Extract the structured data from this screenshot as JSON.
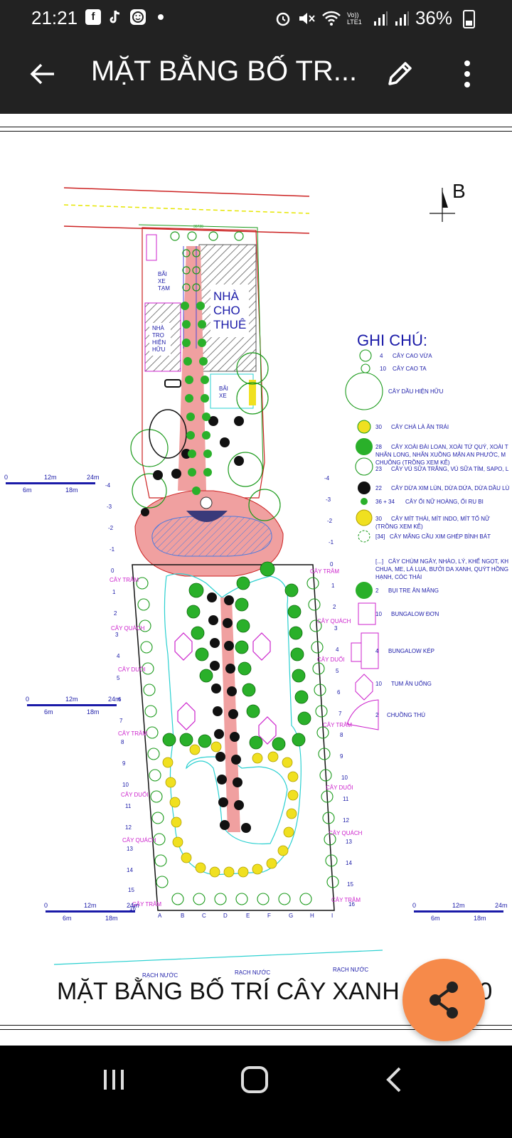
{
  "status": {
    "time": "21:21",
    "left_icons": [
      "facebook-icon",
      "tiktok-icon",
      "smile-app-icon",
      "dot"
    ],
    "right_icons": [
      "alarm-icon",
      "mute-icon",
      "wifi-icon",
      "volte-icon",
      "signal-icon",
      "signal-icon"
    ],
    "volte": "Vo)) LTE1",
    "battery": "36%"
  },
  "appbar": {
    "title": "MẶT BẰNG BỐ TR...",
    "back_icon": "arrow-left-icon",
    "edit_icon": "pencil-icon",
    "more_icon": "more-vert-icon"
  },
  "plan": {
    "compass": "B",
    "legend_title": "GHI CHÚ:",
    "legend": [
      {
        "count": "4",
        "text": "CÂY CAO VỪA"
      },
      {
        "count": "10",
        "text": "CÂY CAO TA"
      },
      {
        "count": "",
        "text": "CÂY DẦU HIỆN HỮU"
      },
      {
        "count": "30",
        "text": "CÂY CHÀ LÀ ĂN TRÁI"
      },
      {
        "count": "28",
        "text": "CÂY XOÀI ĐÀI LOAN, XOÀI TỨ QUÝ, XOÀI T"
      },
      {
        "count": "",
        "text": "NHÃN LONG, NHÃN XUỒNG MẬN AN PHƯỚC, M"
      },
      {
        "count": "",
        "text": "CHUÔNG (TRỒNG XEM KẼ)"
      },
      {
        "count": "23",
        "text": "CÂY VÚ SỮA TRẮNG, VÚ SỮA TÍM, SAPO, L"
      },
      {
        "count": "22",
        "text": "CÂY DỪA XIM LÙN, DỪA DỨA, DỪA DẦU LÙ"
      },
      {
        "count": "36 + 34",
        "text": "CÂY ỔI NỮ HOÀNG, ỔI RU BI"
      },
      {
        "count": "30",
        "text": "CÂY MÍT THÁI, MÍT INDO, MÍT TỐ NỮ"
      },
      {
        "count": "",
        "text": "(TRỒNG XEM KẼ)"
      },
      {
        "count": "[34]",
        "text": "CÂY MÃNG CẦU XIM GHÉP BÌNH BÁT"
      },
      {
        "count": "[...]",
        "text": "CÂY CHÙM NGÂY, NHÀO, LÝ, KHẾ NGỌT, KH"
      },
      {
        "count": "",
        "text": "CHUA, ME, LÁ LỤA, BƯỞI DA XANH, QUÝT HỒNG"
      },
      {
        "count": "",
        "text": "HẠNH, CÓC THÁI"
      },
      {
        "count": "2",
        "text": "BỤI TRE ĂN MĂNG"
      },
      {
        "count": "10",
        "text": "BUNGALOW ĐƠN"
      },
      {
        "count": "4",
        "text": "BUNGALOW KÉP"
      },
      {
        "count": "10",
        "text": "TUM ĂN UỐNG"
      },
      {
        "count": "2",
        "text": "CHUỒNG THÚ"
      }
    ],
    "labels": {
      "bai_xe_tam": [
        "BÃI",
        "XE",
        "TẠM"
      ],
      "nha_cho_thue": [
        "NHÀ",
        "CHO",
        "THUÊ"
      ],
      "nha_tro": [
        "NHÀ",
        "TRỌ",
        "HIỆN",
        "HỮU"
      ],
      "bai_xe": [
        "BÃI",
        "XE"
      ],
      "dim_top": "30720"
    },
    "scale": {
      "zero": "0",
      "s12": "12m",
      "s24": "24m",
      "s6": "6m",
      "s18": "18m"
    },
    "tree_labels_left": [
      "CÂY TRÂM",
      "CÂY QUÁCH",
      "CÂY DUỐI",
      "CÂY TRÂM",
      "CÂY DUỐI",
      "CÂY QUÁCH",
      "CÂY TRÂM"
    ],
    "tree_labels_right": [
      "CÂY TRÂM",
      "CÂY QUÁCH",
      "CÂY DUỐI",
      "CÂY TRÂM",
      "CÂY DUỐI",
      "CÂY QUÁCH",
      "CÂY TRÂM"
    ],
    "row_numbers_left": [
      "-4",
      "-3",
      "-2",
      "-1",
      "0",
      "1",
      "2",
      "3",
      "4",
      "5",
      "6",
      "7",
      "8",
      "9",
      "10",
      "11",
      "12",
      "13",
      "14",
      "15",
      "16"
    ],
    "row_numbers_right": [
      "-4",
      "-3",
      "-2",
      "-1",
      "0",
      "1",
      "2",
      "3",
      "4",
      "5",
      "6",
      "7",
      "8",
      "9",
      "10",
      "11",
      "12",
      "13",
      "14",
      "15",
      "16"
    ],
    "col_letters": [
      "A",
      "B",
      "C",
      "D",
      "E",
      "F",
      "G",
      "H",
      "I"
    ],
    "rach_nuoc": [
      "RẠCH NƯỚC",
      "RẠCH NƯỚC",
      "RẠCH NƯỚC"
    ],
    "main_title": "MẶT BẰNG BỐ TRÍ CÂY XANH T",
    "main_title_tail": "0"
  },
  "fab": {
    "icon": "share-icon"
  },
  "navbar": {
    "icons": [
      "recents-icon",
      "home-icon",
      "back-nav-icon"
    ]
  },
  "colors": {
    "bar": "#222222",
    "accent": "#f68a4a",
    "plan_blue": "#1a1aa8",
    "plan_magenta": "#cc22cc",
    "tree_green": "#1a9a1a",
    "path_pink": "#f0a0a0"
  }
}
